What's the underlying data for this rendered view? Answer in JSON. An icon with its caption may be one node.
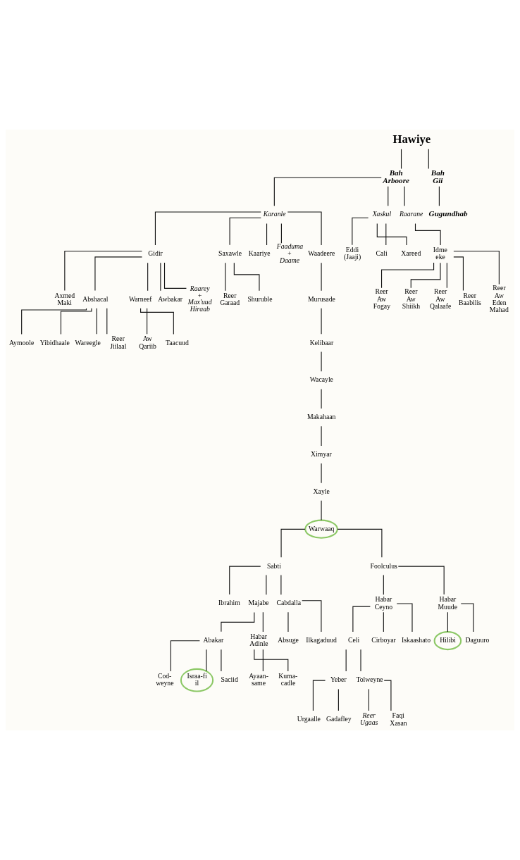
{
  "diagram": {
    "nodes": [
      {
        "text": [
          "Hawiye"
        ]
      },
      {
        "text": [
          "Bah Arboore"
        ]
      },
      {
        "text": [
          "Bah Gii"
        ]
      },
      {
        "text": [
          "Karanle"
        ]
      },
      {
        "text": [
          "Xaskul"
        ]
      },
      {
        "text": [
          "Raarane"
        ]
      },
      {
        "text": [
          "Eddi (Jaaji)"
        ]
      },
      {
        "text": [
          "Cali"
        ]
      },
      {
        "text": [
          "Xareed"
        ]
      },
      {
        "text": [
          "Idme eke"
        ]
      },
      {
        "text": [
          "Reer Aw Fogay"
        ]
      },
      {
        "text": [
          "Reer Aw Shiikh"
        ]
      },
      {
        "text": [
          "Reer Aw Qalaafe"
        ]
      },
      {
        "text": [
          "Reer Baabilis"
        ]
      },
      {
        "text": [
          "Reer Aw Eden Mahad"
        ]
      },
      {
        "text": [
          "Gidir"
        ]
      },
      {
        "text": [
          "Saxawle"
        ]
      },
      {
        "text": [
          "Kaariye"
        ]
      },
      {
        "text": [
          "Faaduma + Daame"
        ]
      },
      {
        "text": [
          "Waadeere"
        ]
      },
      {
        "text": [
          "Reer Garaad"
        ]
      },
      {
        "text": [
          "Shuruble"
        ]
      },
      {
        "text": [
          "Axmed Maki"
        ]
      },
      {
        "text": [
          "Abshacal"
        ]
      },
      {
        "text": [
          "Warneef"
        ]
      },
      {
        "text": [
          "Awbakar"
        ]
      },
      {
        "text": [
          "Raarey + Max'uud Hiraab"
        ]
      },
      {
        "text": [
          "Aw Qariib"
        ]
      },
      {
        "text": [
          "Taacuud"
        ]
      },
      {
        "text": [
          "Aymoole"
        ]
      },
      {
        "text": [
          "Yibidhaale"
        ]
      },
      {
        "text": [
          "Wareegle"
        ]
      },
      {
        "text": [
          "Reer Jiilaal"
        ]
      },
      {
        "text": [
          "Murusade"
        ]
      },
      {
        "text": [
          "Kelibaar"
        ]
      },
      {
        "text": [
          "Wacayle"
        ]
      },
      {
        "text": [
          "Makahaan"
        ]
      },
      {
        "text": [
          "Ximyar"
        ]
      },
      {
        "text": [
          "Xayle"
        ]
      },
      {
        "text": [
          "Warwaaq"
        ]
      },
      {
        "text": [
          "Sabti"
        ]
      },
      {
        "text": [
          "Foolculus"
        ]
      },
      {
        "text": [
          "Ibrahim"
        ]
      },
      {
        "text": [
          "Majabe"
        ]
      },
      {
        "text": [
          "Cabdalla"
        ]
      },
      {
        "text": [
          "Absuge"
        ]
      },
      {
        "text": [
          "Ilkagaduud"
        ]
      },
      {
        "text": [
          "Habar Ceyno"
        ]
      },
      {
        "text": [
          "Habar Muude"
        ]
      },
      {
        "text": [
          "Hilibi"
        ]
      },
      {
        "text": [
          "Daguuro"
        ]
      },
      {
        "text": [
          "Abakar"
        ]
      },
      {
        "text": [
          "Habar Adinle"
        ]
      },
      {
        "text": [
          "Cod- weyne"
        ]
      },
      {
        "text": [
          "Israa-fi il"
        ]
      },
      {
        "text": [
          "Saciid"
        ]
      },
      {
        "text": [
          "Celi"
        ]
      },
      {
        "text": [
          "Cirboyar"
        ]
      },
      {
        "text": [
          "Iskaashato"
        ]
      },
      {
        "text": [
          "Yeber"
        ]
      },
      {
        "text": [
          "Tolweyne"
        ]
      },
      {
        "text": [
          "Ayaan- same"
        ]
      },
      {
        "text": [
          "Kuma- cadle"
        ]
      },
      {
        "text": [
          "Urgaalle"
        ]
      },
      {
        "text": [
          "Gadafley"
        ]
      },
      {
        "text": [
          "Reer Ugaas"
        ]
      },
      {
        "text": [
          "Faqi Xasan"
        ]
      },
      {
        "text": [
          "Gugundhab"
        ]
      }
    ],
    "edges": [
      {
        "from": 0,
        "to": 1,
        "arrow": "none"
      },
      {
        "from": 0,
        "to": 2,
        "arrow": "none"
      },
      {
        "from": 1,
        "to": 3,
        "arrow": "none"
      },
      {
        "from": 1,
        "to": 4,
        "arrow": "none"
      },
      {
        "from": 1,
        "to": 5,
        "arrow": "none"
      },
      {
        "from": 4,
        "to": 6,
        "arrow": "none"
      },
      {
        "from": 4,
        "to": 7,
        "arrow": "none"
      },
      {
        "from": 4,
        "to": 8,
        "arrow": "none"
      },
      {
        "from": 5,
        "to": 9,
        "arrow": "none"
      },
      {
        "from": 9,
        "to": 10,
        "arrow": "none"
      },
      {
        "from": 9,
        "to": 11,
        "arrow": "none"
      },
      {
        "from": 9,
        "to": 12,
        "arrow": "none"
      },
      {
        "from": 9,
        "to": 13,
        "arrow": "none"
      },
      {
        "from": 9,
        "to": 14,
        "arrow": "none"
      },
      {
        "from": 3,
        "to": 15,
        "arrow": "none"
      },
      {
        "from": 3,
        "to": 16,
        "arrow": "none"
      },
      {
        "from": 3,
        "to": 17,
        "arrow": "none"
      },
      {
        "from": 3,
        "to": 18,
        "arrow": "none"
      },
      {
        "from": 3,
        "to": 19,
        "arrow": "none"
      },
      {
        "from": 16,
        "to": 20,
        "arrow": "none"
      },
      {
        "from": 16,
        "to": 21,
        "arrow": "none"
      },
      {
        "from": 15,
        "to": 22,
        "arrow": "none"
      },
      {
        "from": 15,
        "to": 23,
        "arrow": "none"
      },
      {
        "from": 15,
        "to": 24,
        "arrow": "none"
      },
      {
        "from": 15,
        "to": 25,
        "arrow": "none"
      },
      {
        "from": 15,
        "to": 26,
        "arrow": "none"
      },
      {
        "from": 24,
        "to": 27,
        "arrow": "none"
      },
      {
        "from": 24,
        "to": 28,
        "arrow": "none"
      },
      {
        "from": 23,
        "to": 29,
        "arrow": "none"
      },
      {
        "from": 23,
        "to": 30,
        "arrow": "none"
      },
      {
        "from": 23,
        "to": 31,
        "arrow": "none"
      },
      {
        "from": 23,
        "to": 32,
        "arrow": "none"
      },
      {
        "from": 19,
        "to": 33,
        "arrow": "none"
      },
      {
        "from": 33,
        "to": 34,
        "arrow": "none"
      },
      {
        "from": 34,
        "to": 35,
        "arrow": "none"
      },
      {
        "from": 35,
        "to": 36,
        "arrow": "none"
      },
      {
        "from": 36,
        "to": 37,
        "arrow": "none"
      },
      {
        "from": 37,
        "to": 38,
        "arrow": "none"
      },
      {
        "from": 38,
        "to": 39,
        "arrow": "none"
      },
      {
        "from": 39,
        "to": 40,
        "arrow": "none"
      },
      {
        "from": 39,
        "to": 41,
        "arrow": "none"
      },
      {
        "from": 40,
        "to": 42,
        "arrow": "none"
      },
      {
        "from": 40,
        "to": 43,
        "arrow": "none"
      },
      {
        "from": 40,
        "to": 44,
        "arrow": "none"
      },
      {
        "from": 44,
        "to": 45,
        "arrow": "none"
      },
      {
        "from": 44,
        "to": 46,
        "arrow": "none"
      },
      {
        "from": 41,
        "to": 47,
        "arrow": "none"
      },
      {
        "from": 41,
        "to": 48,
        "arrow": "none"
      },
      {
        "from": 48,
        "to": 49,
        "arrow": "none"
      },
      {
        "from": 48,
        "to": 50,
        "arrow": "none"
      },
      {
        "from": 43,
        "to": 51,
        "arrow": "none"
      },
      {
        "from": 43,
        "to": 52,
        "arrow": "none"
      },
      {
        "from": 51,
        "to": 53,
        "arrow": "none"
      },
      {
        "from": 51,
        "to": 54,
        "arrow": "none"
      },
      {
        "from": 51,
        "to": 55,
        "arrow": "none"
      },
      {
        "from": 47,
        "to": 56,
        "arrow": "none"
      },
      {
        "from": 47,
        "to": 57,
        "arrow": "none"
      },
      {
        "from": 47,
        "to": 58,
        "arrow": "none"
      },
      {
        "from": 56,
        "to": 59,
        "arrow": "none"
      },
      {
        "from": 56,
        "to": 60,
        "arrow": "none"
      },
      {
        "from": 52,
        "to": 61,
        "arrow": "none"
      },
      {
        "from": 52,
        "to": 62,
        "arrow": "none"
      },
      {
        "from": 59,
        "to": 63,
        "arrow": "none"
      },
      {
        "from": 59,
        "to": 64,
        "arrow": "none"
      },
      {
        "from": 60,
        "to": 65,
        "arrow": "none"
      },
      {
        "from": 60,
        "to": 66,
        "arrow": "none"
      },
      {
        "from": 2,
        "to": 67,
        "arrow": "none"
      }
    ]
  }
}
